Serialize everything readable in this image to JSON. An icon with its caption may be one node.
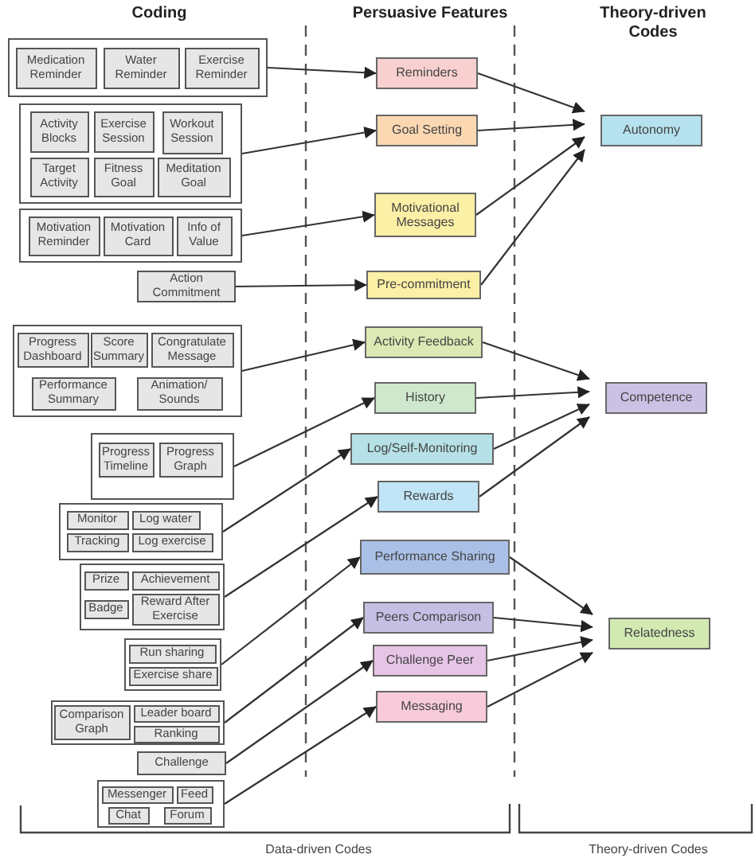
{
  "diagram": {
    "nodes": [
      {
        "text": [],
        "shape": "box"
      },
      {
        "text": [
          "Medication Reminder"
        ],
        "in": 0
      },
      {
        "text": [
          "Water Reminder"
        ],
        "in": 0
      },
      {
        "text": [
          "Exercise Reminder"
        ],
        "in": 0
      },
      {
        "text": [],
        "shape": "box"
      },
      {
        "text": [
          "Activity Blocks"
        ],
        "in": 4
      },
      {
        "text": [
          "Exercise Session"
        ],
        "in": 4
      },
      {
        "text": [
          "Workout Session"
        ],
        "in": 4
      },
      {
        "text": [
          "Target Activity"
        ],
        "in": 4
      },
      {
        "text": [
          "Fitness Goal"
        ],
        "in": 4
      },
      {
        "text": [
          "Meditation Goal"
        ],
        "in": 4
      },
      {
        "text": [],
        "shape": "box"
      },
      {
        "text": [
          "Motivation Reminder"
        ],
        "in": 11
      },
      {
        "text": [
          "Motivation Card"
        ],
        "in": 11
      },
      {
        "text": [
          "Info of Value"
        ],
        "in": 11
      },
      {
        "text": [
          "Action Commitment"
        ]
      },
      {
        "text": [],
        "shape": "box"
      },
      {
        "text": [
          "Progress Dashboard"
        ],
        "in": 16
      },
      {
        "text": [
          "Score Summary"
        ],
        "in": 16
      },
      {
        "text": [
          "Congratulate Message"
        ],
        "in": 16
      },
      {
        "text": [
          "Performance Summary"
        ],
        "in": 16
      },
      {
        "text": [
          "Animation/ Sounds"
        ],
        "in": 16
      },
      {
        "text": [],
        "shape": "box"
      },
      {
        "text": [
          "Progress Timeline"
        ],
        "in": 22
      },
      {
        "text": [
          "Progress Graph"
        ],
        "in": 22
      },
      {
        "text": [],
        "shape": "box"
      },
      {
        "text": [
          "Monitor"
        ],
        "in": 25
      },
      {
        "text": [
          "Log water"
        ],
        "in": 25
      },
      {
        "text": [
          "Tracking"
        ],
        "in": 25
      },
      {
        "text": [
          "Log exercise"
        ],
        "in": 25
      },
      {
        "text": [],
        "shape": "box"
      },
      {
        "text": [
          "Prize"
        ],
        "in": 30
      },
      {
        "text": [
          "Achievement"
        ],
        "in": 30
      },
      {
        "text": [
          "Badge"
        ],
        "in": 30
      },
      {
        "text": [
          "Reward After Exercise"
        ],
        "in": 30
      },
      {
        "text": [],
        "shape": "box"
      },
      {
        "text": [
          "Run sharing"
        ],
        "in": 35
      },
      {
        "text": [
          "Exercise share"
        ],
        "in": 35
      },
      {
        "text": [],
        "shape": "box"
      },
      {
        "text": [
          "Comparison Graph"
        ],
        "in": 38
      },
      {
        "text": [
          "Leader board"
        ],
        "in": 38
      },
      {
        "text": [
          "Ranking"
        ],
        "in": 38
      },
      {
        "text": [
          "Challenge"
        ]
      },
      {
        "text": [],
        "shape": "box"
      },
      {
        "text": [
          "Messenger"
        ],
        "in": 43
      },
      {
        "text": [
          "Feed"
        ],
        "in": 43
      },
      {
        "text": [
          "Chat"
        ],
        "in": 43
      },
      {
        "text": [
          "Forum"
        ],
        "in": 43
      },
      {
        "text": [
          "Reminders"
        ]
      },
      {
        "text": [
          "Goal Setting"
        ]
      },
      {
        "text": [
          "Motivational Messages"
        ]
      },
      {
        "text": [
          "Pre-commitment"
        ]
      },
      {
        "text": [
          "Activity Feedback"
        ]
      },
      {
        "text": [
          "History"
        ]
      },
      {
        "text": [
          "Log/Self-Monitoring"
        ]
      },
      {
        "text": [
          "Rewards"
        ]
      },
      {
        "text": [
          "Performance Sharing"
        ]
      },
      {
        "text": [
          "Peers Comparison"
        ]
      },
      {
        "text": [
          "Challenge Peer"
        ]
      },
      {
        "text": [
          "Messaging"
        ]
      },
      {
        "text": [
          "Autonomy"
        ]
      },
      {
        "text": [
          "Competence"
        ]
      },
      {
        "text": [
          "Relatedness"
        ]
      }
    ],
    "edges": [
      {
        "from": 0,
        "to": 48,
        "arrow": "to"
      },
      {
        "from": 4,
        "to": 49,
        "arrow": "to"
      },
      {
        "from": 11,
        "to": 50,
        "arrow": "to"
      },
      {
        "from": 15,
        "to": 51,
        "arrow": "to"
      },
      {
        "from": 16,
        "to": 52,
        "arrow": "to"
      },
      {
        "from": 22,
        "to": 53,
        "arrow": "to"
      },
      {
        "from": 25,
        "to": 54,
        "arrow": "to"
      },
      {
        "from": 30,
        "to": 55,
        "arrow": "to"
      },
      {
        "from": 35,
        "to": 56,
        "arrow": "to"
      },
      {
        "from": 38,
        "to": 57,
        "arrow": "to"
      },
      {
        "from": 42,
        "to": 58,
        "arrow": "to"
      },
      {
        "from": 43,
        "to": 59,
        "arrow": "to"
      },
      {
        "from": 48,
        "to": 60,
        "arrow": "to"
      },
      {
        "from": 49,
        "to": 60,
        "arrow": "to"
      },
      {
        "from": 50,
        "to": 60,
        "arrow": "to"
      },
      {
        "from": 51,
        "to": 60,
        "arrow": "to"
      },
      {
        "from": 52,
        "to": 61,
        "arrow": "to"
      },
      {
        "from": 53,
        "to": 61,
        "arrow": "to"
      },
      {
        "from": 54,
        "to": 61,
        "arrow": "to"
      },
      {
        "from": 55,
        "to": 61,
        "arrow": "to"
      },
      {
        "from": 56,
        "to": 62,
        "arrow": "to"
      },
      {
        "from": 57,
        "to": 62,
        "arrow": "to"
      },
      {
        "from": 58,
        "to": 62,
        "arrow": "to"
      },
      {
        "from": 59,
        "to": 62,
        "arrow": "to"
      }
    ],
    "labels": [
      "Coding",
      "Persuasive Features",
      "Theory-driven Codes",
      "Data-driven Codes",
      "Theory-driven Codes"
    ]
  }
}
